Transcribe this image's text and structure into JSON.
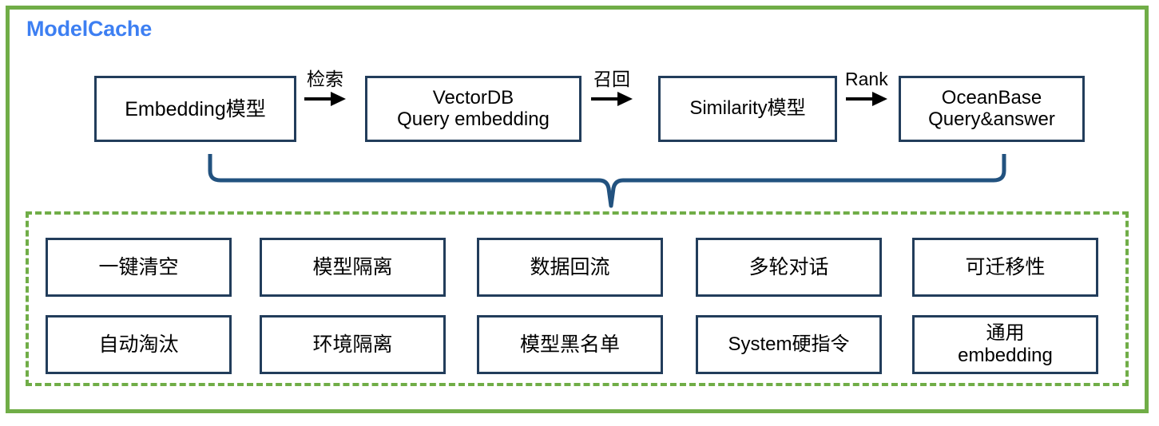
{
  "title": "ModelCache",
  "colors": {
    "outer_border_green": "#70ad47",
    "dashed_border_green": "#70ad47",
    "box_border_navy": "#223d5b",
    "title_blue": "#3d7ff2",
    "arrow_black": "#000000",
    "background": "#ffffff"
  },
  "pipeline": {
    "boxes": [
      {
        "id": "embedding",
        "lines": [
          "Embedding模型"
        ]
      },
      {
        "id": "vectordb",
        "lines": [
          "VectorDB",
          "Query embedding"
        ]
      },
      {
        "id": "similarity",
        "lines": [
          "Similarity模型"
        ]
      },
      {
        "id": "oceanbase",
        "lines": [
          "OceanBase",
          "Query&answer"
        ]
      }
    ],
    "arrows": [
      {
        "id": "retrieve",
        "label": "检索",
        "icon": "arrow-right-icon"
      },
      {
        "id": "recall",
        "label": "召回",
        "icon": "arrow-right-icon"
      },
      {
        "id": "rank",
        "label": "Rank",
        "icon": "arrow-right-icon"
      }
    ]
  },
  "features": {
    "row1": [
      {
        "lines": [
          "一键清空"
        ]
      },
      {
        "lines": [
          "模型隔离"
        ]
      },
      {
        "lines": [
          "数据回流"
        ]
      },
      {
        "lines": [
          "多轮对话"
        ]
      },
      {
        "lines": [
          "可迁移性"
        ]
      }
    ],
    "row2": [
      {
        "lines": [
          "自动淘汰"
        ]
      },
      {
        "lines": [
          "环境隔离"
        ]
      },
      {
        "lines": [
          "模型黑名单"
        ]
      },
      {
        "lines": [
          "System硬指令"
        ]
      },
      {
        "lines": [
          "通用",
          "embedding"
        ]
      }
    ]
  }
}
